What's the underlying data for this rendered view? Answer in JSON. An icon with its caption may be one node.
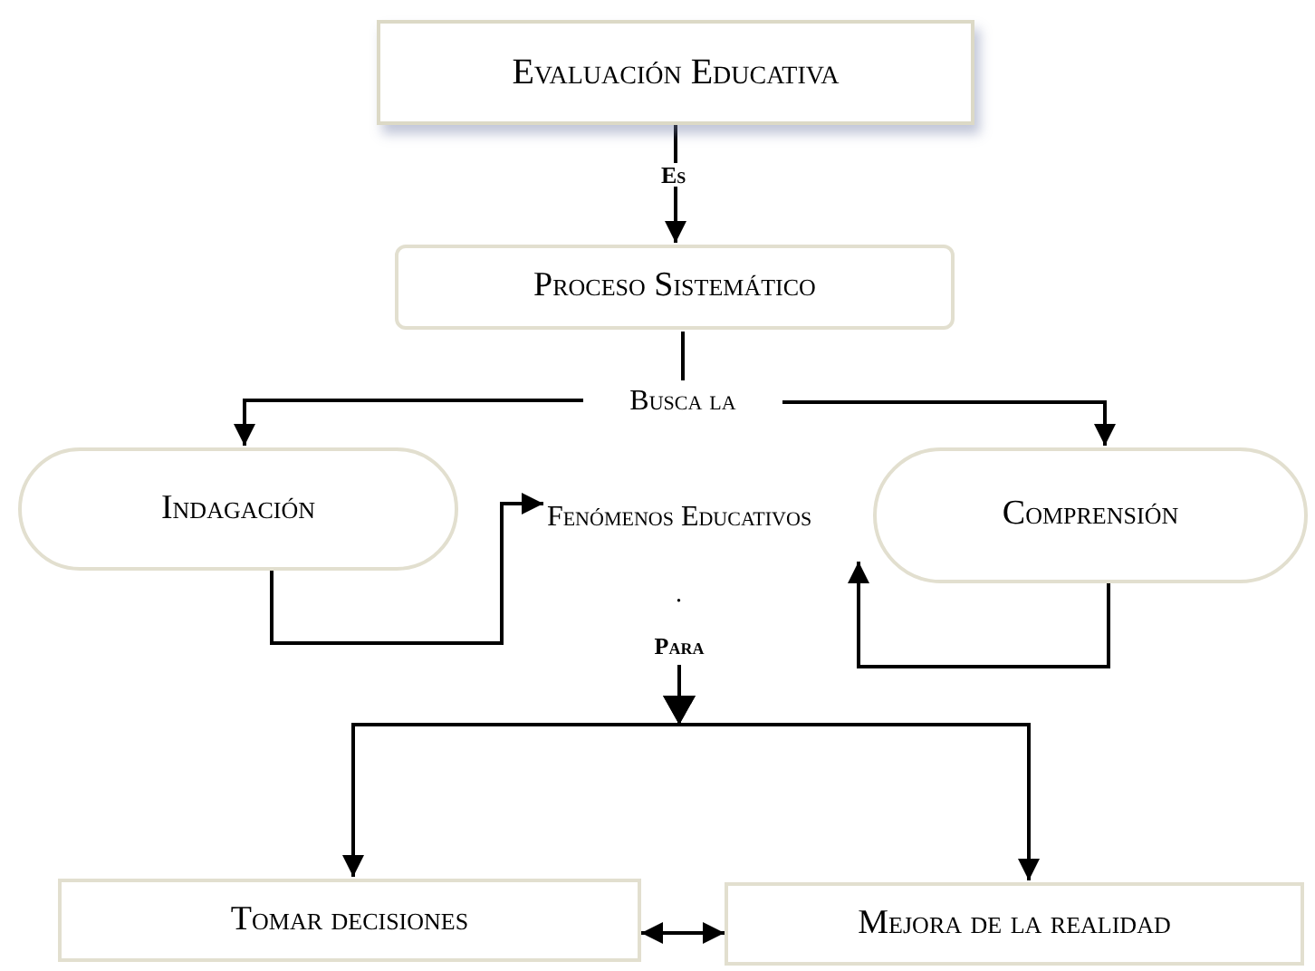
{
  "diagram": {
    "nodes": [
      {
        "text": [
          "Evaluación Educativa"
        ]
      },
      {
        "text": [
          "Proceso Sistemático"
        ]
      },
      {
        "text": [
          "Busca la"
        ]
      },
      {
        "text": [
          "Indagación"
        ]
      },
      {
        "text": [
          "Fenómenos Educativos"
        ]
      },
      {
        "text": [
          "Comprensión"
        ]
      },
      {
        "text": [
          "Para"
        ]
      },
      {
        "text": [
          "Tomar decisiones"
        ]
      },
      {
        "text": [
          "Mejora de la realidad"
        ]
      }
    ],
    "edges": [
      {
        "from": 0,
        "to": 1,
        "arrow": "to",
        "label": "Es"
      },
      {
        "from": 1,
        "to": 2,
        "arrow": "none"
      },
      {
        "from": 2,
        "to": 3,
        "arrow": "to"
      },
      {
        "from": 2,
        "to": 5,
        "arrow": "to"
      },
      {
        "from": 3,
        "to": 4,
        "arrow": "to"
      },
      {
        "from": 5,
        "to": 4,
        "arrow": "to"
      },
      {
        "from": 6,
        "to": 7,
        "arrow": "to"
      },
      {
        "from": 6,
        "to": 8,
        "arrow": "to"
      },
      {
        "from": 7,
        "to": 8,
        "arrow": "both"
      }
    ],
    "labels": [
      "."
    ]
  }
}
